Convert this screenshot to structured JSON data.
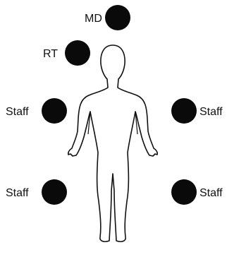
{
  "colors": {
    "marker": "#0a0a0a",
    "outline": "#111111",
    "background": "#ffffff",
    "label": "#111111"
  },
  "figure": {
    "subject": "human-body-outline"
  },
  "positions": {
    "md": {
      "label": "MD"
    },
    "rt": {
      "label": "RT"
    },
    "staff_upper_left": {
      "label": "Staff"
    },
    "staff_upper_right": {
      "label": "Staff"
    },
    "staff_lower_left": {
      "label": "Staff"
    },
    "staff_lower_right": {
      "label": "Staff"
    }
  }
}
